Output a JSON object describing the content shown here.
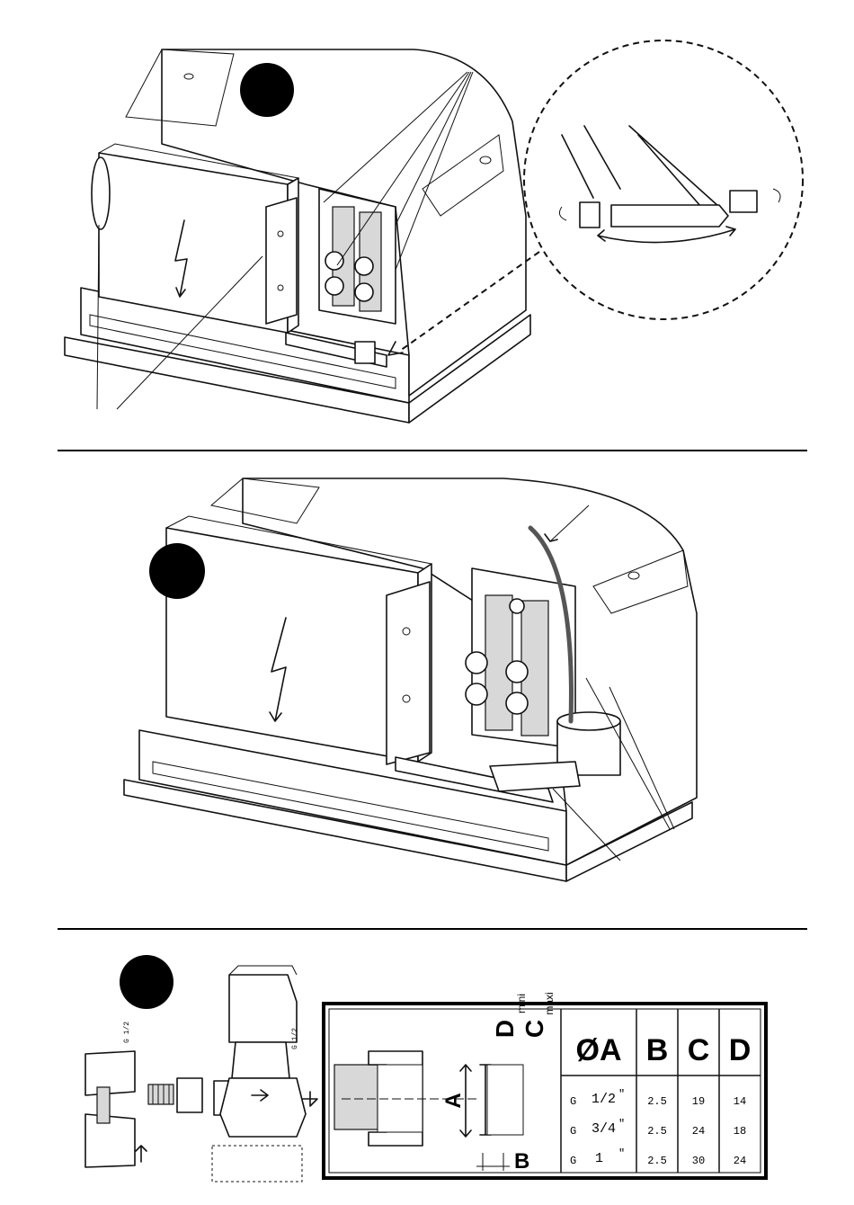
{
  "figures": [
    {
      "id": "step-1",
      "badge": ""
    },
    {
      "id": "step-2",
      "badge": ""
    },
    {
      "id": "step-3",
      "badge": ""
    }
  ],
  "valve": {
    "inlet_thread_label": "G 1/2",
    "outlet_thread_label": "G 1/2"
  },
  "dimension_table": {
    "profile_labels": {
      "a": "A",
      "b": "B",
      "d": "D",
      "d_sub": "mini",
      "c": "C",
      "c_sub": "maxi"
    },
    "columns": [
      "ØA",
      "B",
      "C",
      "D"
    ],
    "rows": [
      {
        "thread": "G",
        "size": "1/2",
        "unit": "\"",
        "b": "2.5",
        "c": "19",
        "d": "14"
      },
      {
        "thread": "G",
        "size": "3/4",
        "unit": "\"",
        "b": "2.5",
        "c": "24",
        "d": "18"
      },
      {
        "thread": "G",
        "size": "1",
        "unit": "\"",
        "b": "2.5",
        "c": "30",
        "d": "24"
      }
    ]
  }
}
